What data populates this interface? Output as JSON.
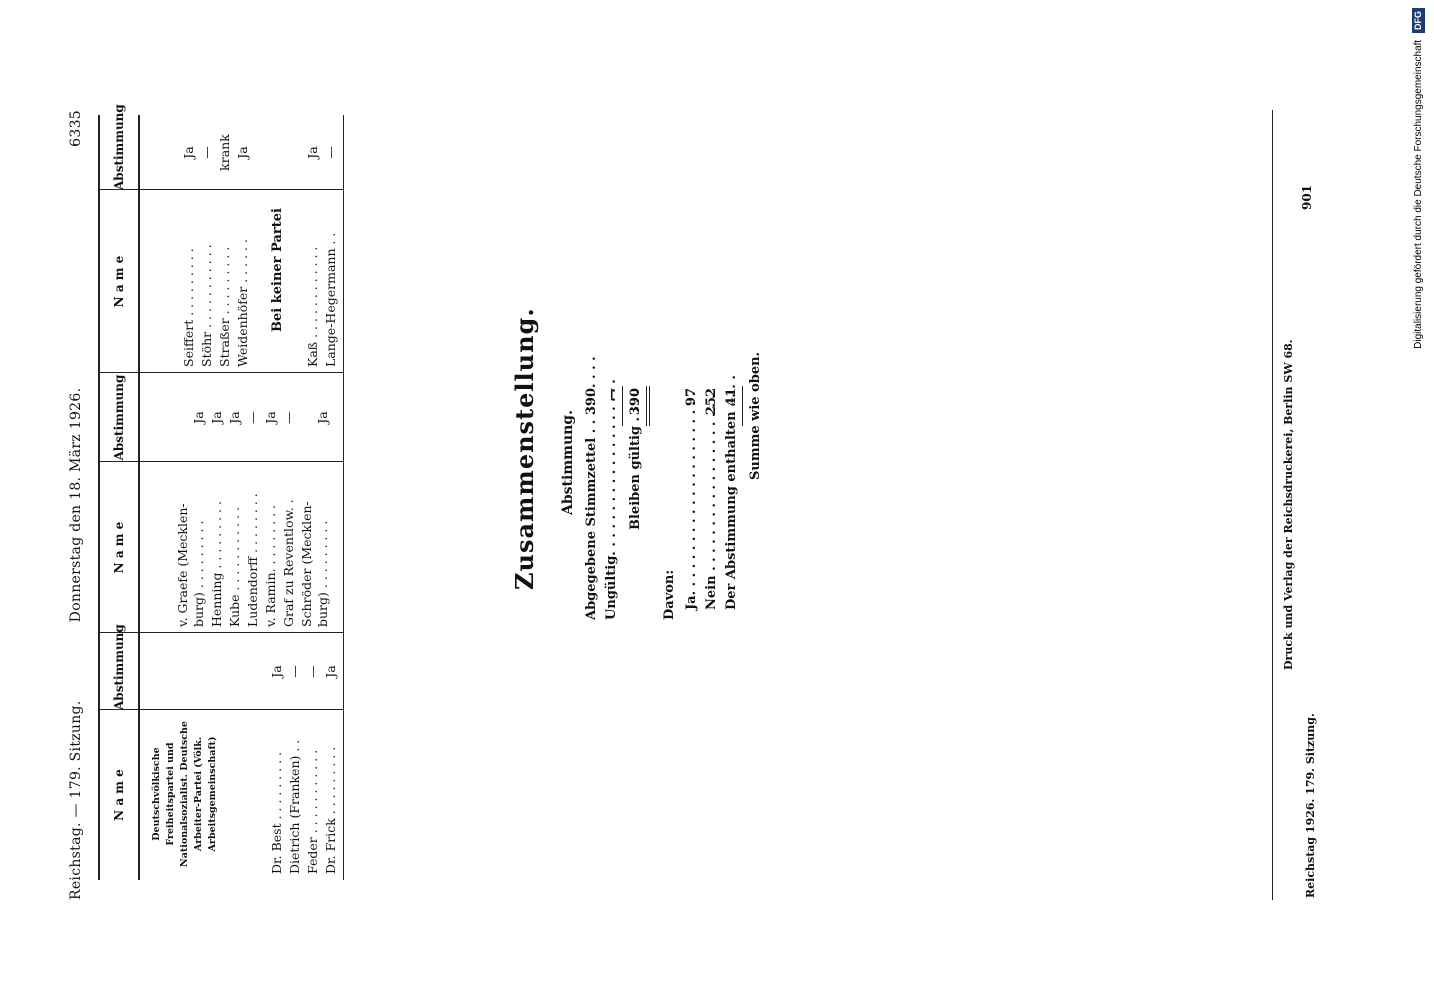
{
  "header": {
    "left": "Reichstag. — 179. Sitzung.",
    "center": "Donnerstag den 18. März 1926.",
    "page": "6335"
  },
  "columns": {
    "name_header": "N a m e",
    "vote_header": "Abstimmung"
  },
  "col1": {
    "party": "Deutschvölkische Freiheitspartei und Nationalsozialist. Deutsche Arbeiter-Partei (Völk. Arbeitsgemeinschaft)",
    "rows": [
      {
        "name": "Dr. Best . . . . . . . . .",
        "vote": "Ja"
      },
      {
        "name": "Dietrich (Franken) . .",
        "vote": "—"
      },
      {
        "name": "Feder . . . . . . . . . . .",
        "vote": "—"
      },
      {
        "name": "Dr. Frick . . . . . . . . .",
        "vote": "Ja"
      }
    ]
  },
  "col2": {
    "rows": [
      {
        "name": "v. Graefe (Mecklen-",
        "vote": ""
      },
      {
        "name": "   burg) . . . . . . . . .",
        "vote": "Ja"
      },
      {
        "name": "Henning . . . . . . . . .",
        "vote": "Ja"
      },
      {
        "name": "Kube . . . . . . . . . . .",
        "vote": "Ja"
      },
      {
        "name": "Ludendorff . . . . . . . .",
        "vote": "—"
      },
      {
        "name": "v. Ramin. . . . . . . . .",
        "vote": "Ja"
      },
      {
        "name": "Graf zu Reventlow. .",
        "vote": "—"
      },
      {
        "name": "Schröder (Mecklen-",
        "vote": ""
      },
      {
        "name": "   burg) . . . . . . . . .",
        "vote": "Ja"
      }
    ]
  },
  "col3": {
    "rows": [
      {
        "name": "Seiffert . . . . . . . . .",
        "vote": "Ja"
      },
      {
        "name": "Stöhr . . . . . . . . . . .",
        "vote": "—"
      },
      {
        "name": "Straßer . . . . . . . . .",
        "vote": "krank"
      },
      {
        "name": "Weidenhöfer . . . . . .",
        "vote": "Ja"
      }
    ],
    "no_party_label": "Bei keiner Partei",
    "no_party_rows": [
      {
        "name": "Kaß . . . . . . . . . . . .",
        "vote": "Ja"
      },
      {
        "name": "Lange-Hegermann . .",
        "vote": "—"
      }
    ]
  },
  "summary": {
    "title": "Zusammenstellung.",
    "subtitle": "Abstimmung.",
    "abgegeben_label": "Abgegebene Stimmzettel . . . . . . . . .",
    "abgegeben_value": "390",
    "ungueltig_label": "Ungültig. . . . . . . . . . . . . . . . . . . .",
    "ungueltig_value": "—",
    "gueltig_label": "Bleiben gültig . . . .",
    "gueltig_value": "390",
    "davon_label": "Davon:",
    "ja_label": "Ja. . . . . . . . . . . . . . . . . . . . . . .",
    "ja_value": "97",
    "nein_label": "Nein . . . . . . . . . . . . . . . . . . . .",
    "nein_value": "252",
    "enthalten_label": "Der Abstimmung enthalten . . . .",
    "enthalten_value": "41",
    "summe": "Summe wie oben."
  },
  "footer": {
    "left": "Reichstag 1926. 179. Sitzung.",
    "center": "Druck und Verlag der Reichsdruckerei, Berlin SW 68.",
    "number": "901"
  },
  "credit": {
    "text": "Digitalisierung gefördert durch die Deutsche Forschungsgemeinschaft",
    "logo": "DFG"
  }
}
